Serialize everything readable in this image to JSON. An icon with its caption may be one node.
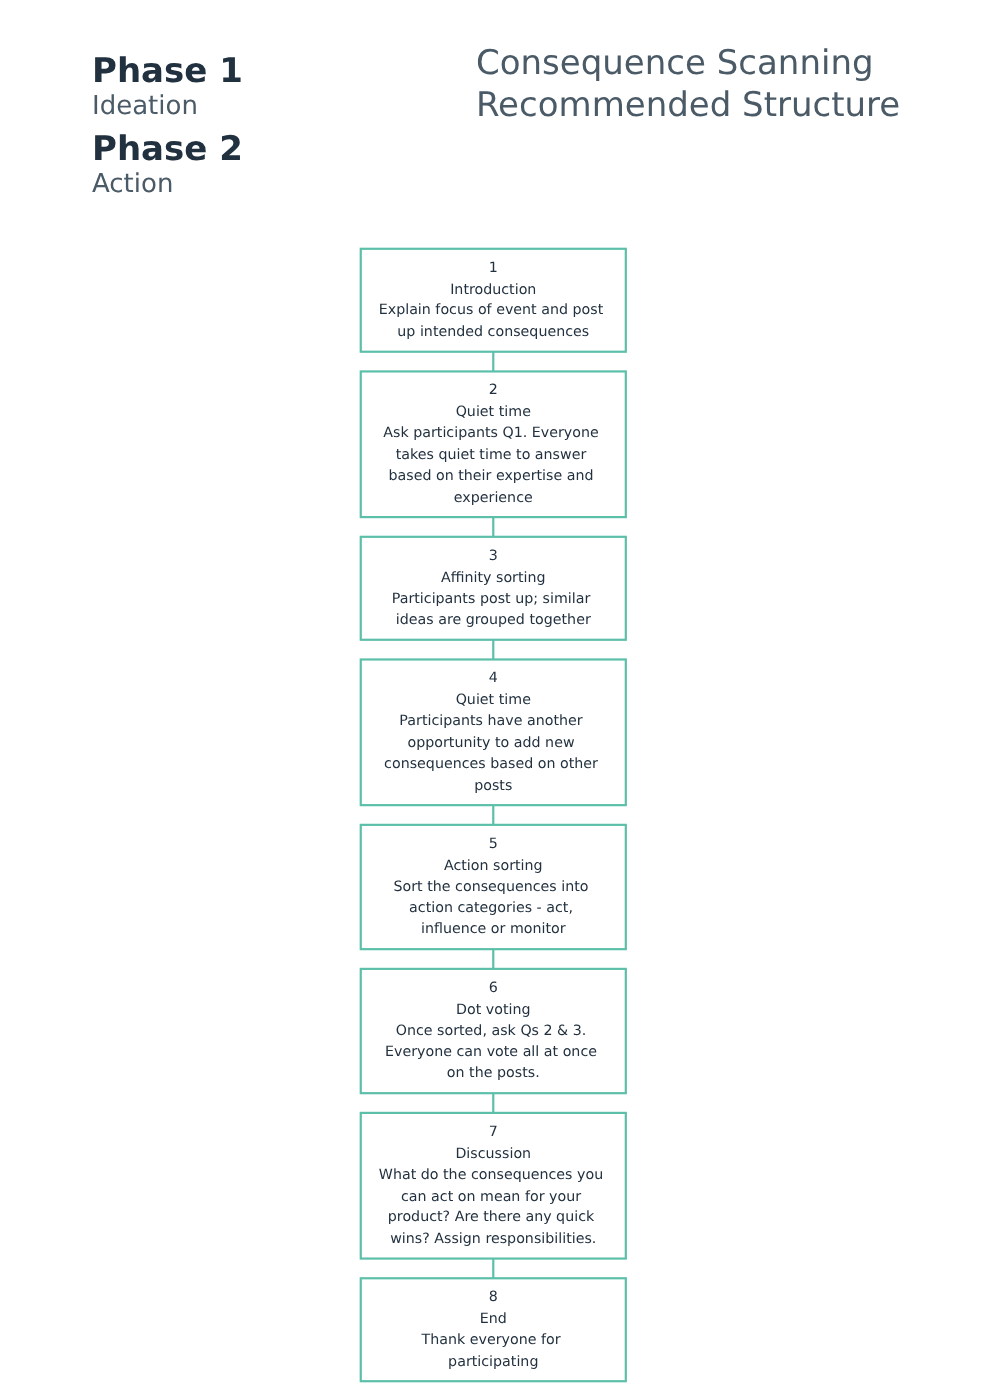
{
  "diagram": {
    "title": "Consequence Scanning Recommended Structure",
    "nodes": [
      {
        "text": [
          "1",
          "Introduction",
          "Explain focus of event and post up intended consequences"
        ]
      },
      {
        "text": [
          "2",
          "Quiet time",
          "Ask participants Q1. Everyone takes quiet time to answer based on their expertise and experience"
        ]
      },
      {
        "text": [
          "3",
          "Affinity sorting",
          "Participants post up; similar ideas are grouped together"
        ]
      },
      {
        "text": [
          "4",
          "Quiet time",
          "Participants have another opportunity to add new consequences based on other posts"
        ]
      },
      {
        "text": [
          "5",
          "Action sorting",
          "Sort the consequences into action categories - act, influence or monitor"
        ]
      },
      {
        "text": [
          "6",
          "Dot voting",
          "Once sorted, ask Qs 2 & 3. Everyone can vote all at once on the posts."
        ]
      },
      {
        "text": [
          "7",
          "Discussion",
          "What do the consequences you can act on mean for your product? Are there any quick wins? Assign responsibilities."
        ]
      },
      {
        "text": [
          "8",
          "End",
          "Thank everyone for participating"
        ]
      }
    ],
    "edges": [
      {
        "from": 0,
        "to": 1,
        "arrow": "none"
      },
      {
        "from": 1,
        "to": 2,
        "arrow": "none"
      },
      {
        "from": 2,
        "to": 3,
        "arrow": "none"
      },
      {
        "from": 3,
        "to": 4,
        "arrow": "none"
      },
      {
        "from": 4,
        "to": 5,
        "arrow": "none"
      },
      {
        "from": 5,
        "to": 6,
        "arrow": "none"
      },
      {
        "from": 6,
        "to": 7,
        "arrow": "none"
      }
    ],
    "labels": [
      "Phase 1",
      "Ideation",
      "Phase 2",
      "Action"
    ]
  }
}
